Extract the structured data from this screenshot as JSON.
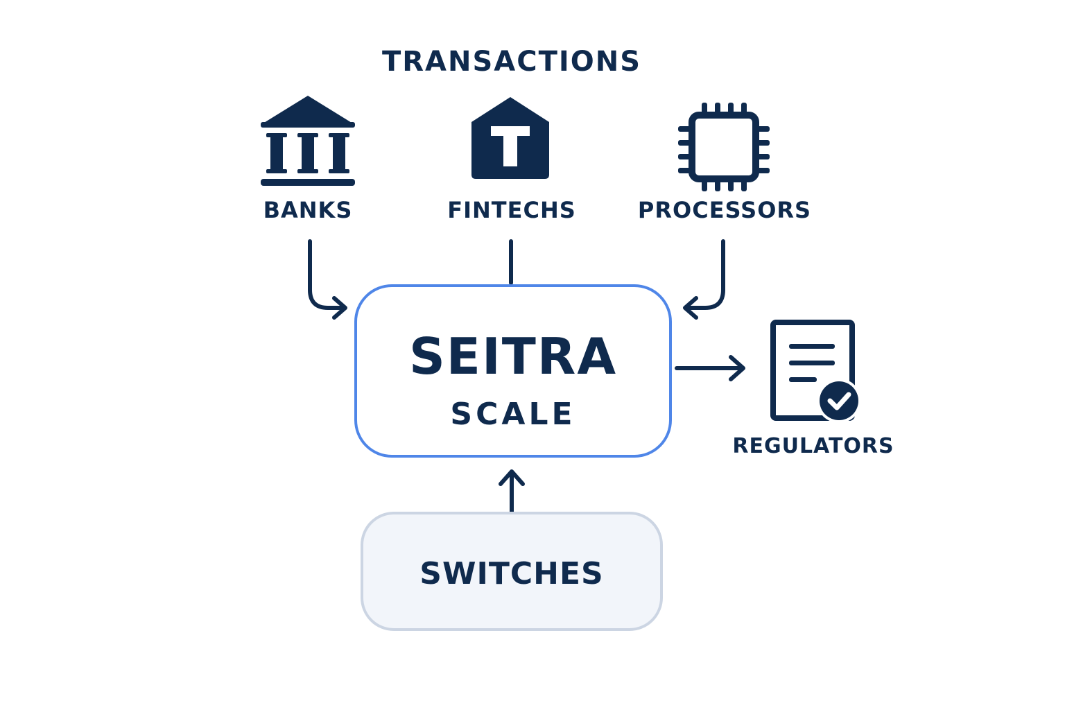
{
  "diagram": {
    "title": "TRANSACTIONS",
    "sources": [
      {
        "label": "BANKS",
        "icon": "bank-icon"
      },
      {
        "label": "FINTECHS",
        "icon": "fintech-building-icon"
      },
      {
        "label": "PROCESSORS",
        "icon": "processor-chip-icon"
      }
    ],
    "core": {
      "title": "SEITRA",
      "subtitle": "SCALE"
    },
    "input": {
      "label": "SWITCHES"
    },
    "output": {
      "label": "REGULATORS",
      "icon": "compliance-document-icon"
    },
    "colors": {
      "text": "#0f2a4d",
      "core_border": "#4f86e8",
      "switch_border": "#ccd5e3",
      "switch_fill": "#f2f5fa",
      "background": "#ffffff"
    }
  }
}
